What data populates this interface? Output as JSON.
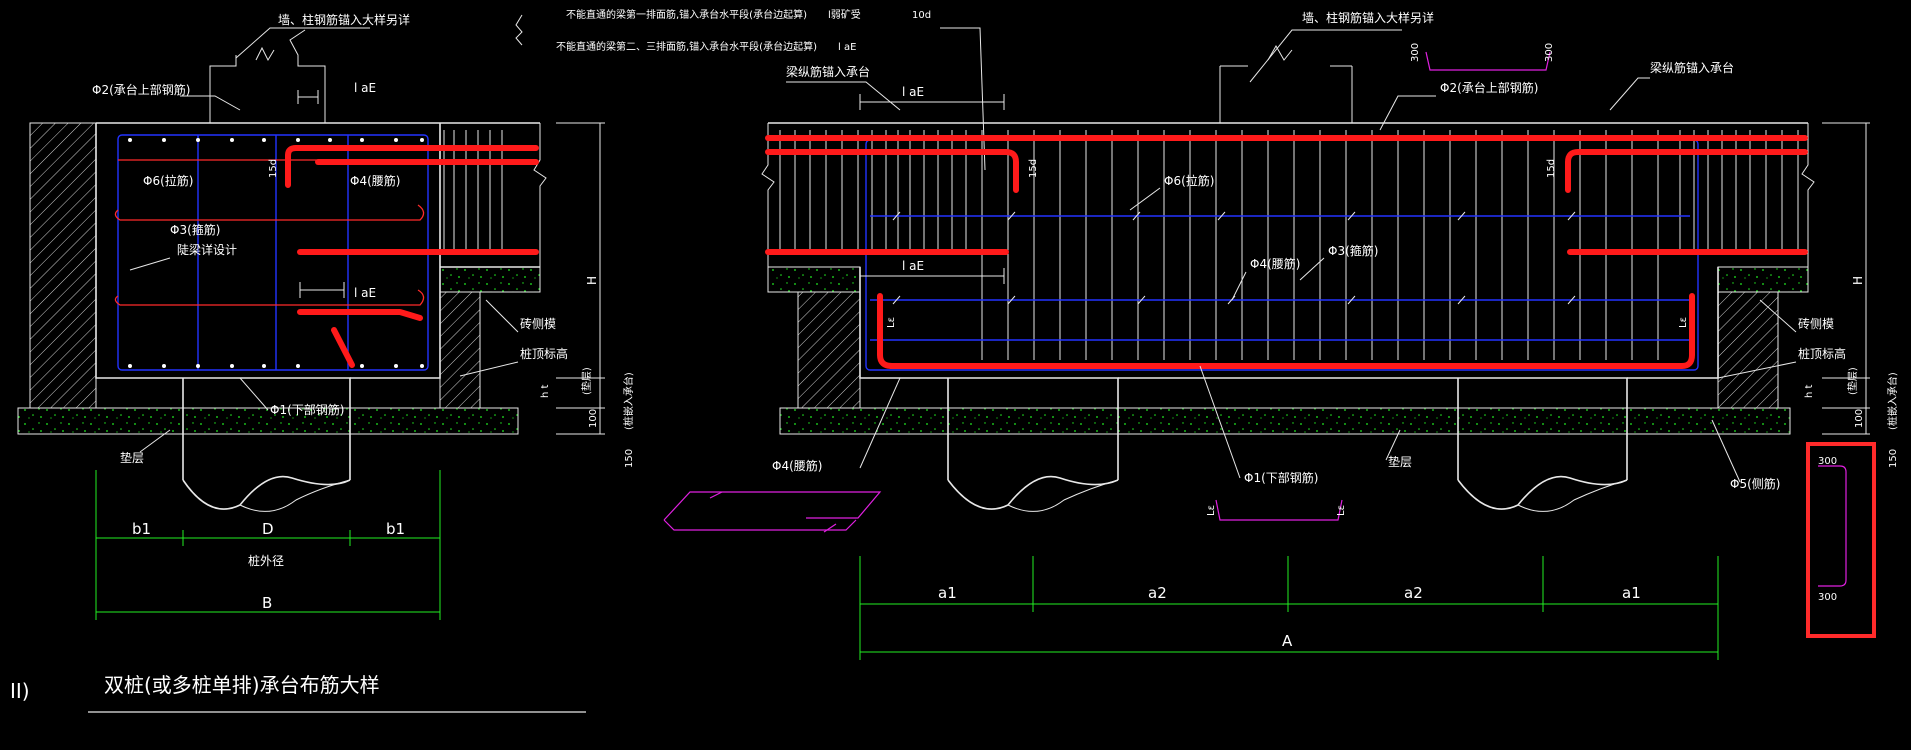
{
  "diagram": {
    "title": "双桩(或多桩单排)承台布筋大样",
    "figure_no": "II)",
    "notes": {
      "not_through_1": "不能直通的梁第一排面筋,锚入承台水平段(承台边起算)",
      "not_through_1_val": "l弱矿受",
      "not_through_1_unit": "10d",
      "not_through_2": "不能直通的梁第二、三排面筋,锚入承台水平段(承台边起算)",
      "not_through_2_val": "l aE"
    },
    "left_view": {
      "wall_col_note": "墙、柱钢筋锚入大样另详",
      "phi2": "Φ2(承台上部钢筋)",
      "lae_top": "l aE",
      "phi6": "Φ6(拉筋)",
      "phi4": "Φ4(腰筋)",
      "phi3": "Φ3(箍筋)",
      "beam_design": "陡梁详设计",
      "lae_mid": "l aE",
      "len_15d": "15d",
      "brick_side": "砖侧模",
      "pile_top": "桩顶标高",
      "phi1": "Φ1(下部钢筋)",
      "cushion": "垫层",
      "dim_b1_left": "b1",
      "dim_D": "D",
      "dim_b1_right": "b1",
      "pile_dia": "桩外径",
      "dim_B": "B",
      "dim_H": "H",
      "dim_ht": "h t",
      "dim_100": "100",
      "dim_150": "150",
      "label_cushion_note": "(垫层)",
      "label_pile_note": "(桩嵌入承台)"
    },
    "right_view": {
      "wall_col_note": "墙、柱钢筋锚入大样另详",
      "dim_300_a": "300",
      "dim_300_b": "300",
      "beam_anchor_left": "梁纵筋锚入承台",
      "beam_anchor_right": "梁纵筋锚入承台",
      "phi2": "Φ2(承台上部钢筋)",
      "lae_top": "l aE",
      "lae_mid": "l aE",
      "phi6": "Φ6(拉筋)",
      "phi3": "Φ3(箍筋)",
      "phi4": "Φ4(腰筋)",
      "phi4_bottom": "Φ4(腰筋)",
      "phi1": "Φ1(下部钢筋)",
      "phi5": "Φ5(侧筋)",
      "len_15d_a": "15d",
      "len_15d_b": "15d",
      "l_small_a": "Lε",
      "l_small_b": "Lε",
      "l_small_c": "Lε",
      "l_small_d": "Lε",
      "cushion": "垫层",
      "brick_side": "砖侧模",
      "pile_top": "桩顶标高",
      "dim_a1_left": "a1",
      "dim_a2_left": "a2",
      "dim_a2_right": "a2",
      "dim_a1_right": "a1",
      "dim_A": "A",
      "dim_H": "H",
      "dim_ht": "h t",
      "dim_100": "100",
      "dim_150": "150",
      "label_cushion_note": "(垫层)",
      "label_pile_note": "(桩嵌入承台)",
      "detail_300_top": "300",
      "detail_300_bot": "300"
    },
    "colors": {
      "background": "#000000",
      "lines": "#e8e8e8",
      "dimension": "#22ee22",
      "main_rebar": "#ff1a1a",
      "stirrup": "#2233ff",
      "detail": "#e020e0",
      "highlight_box": "#ff2a2a"
    }
  }
}
